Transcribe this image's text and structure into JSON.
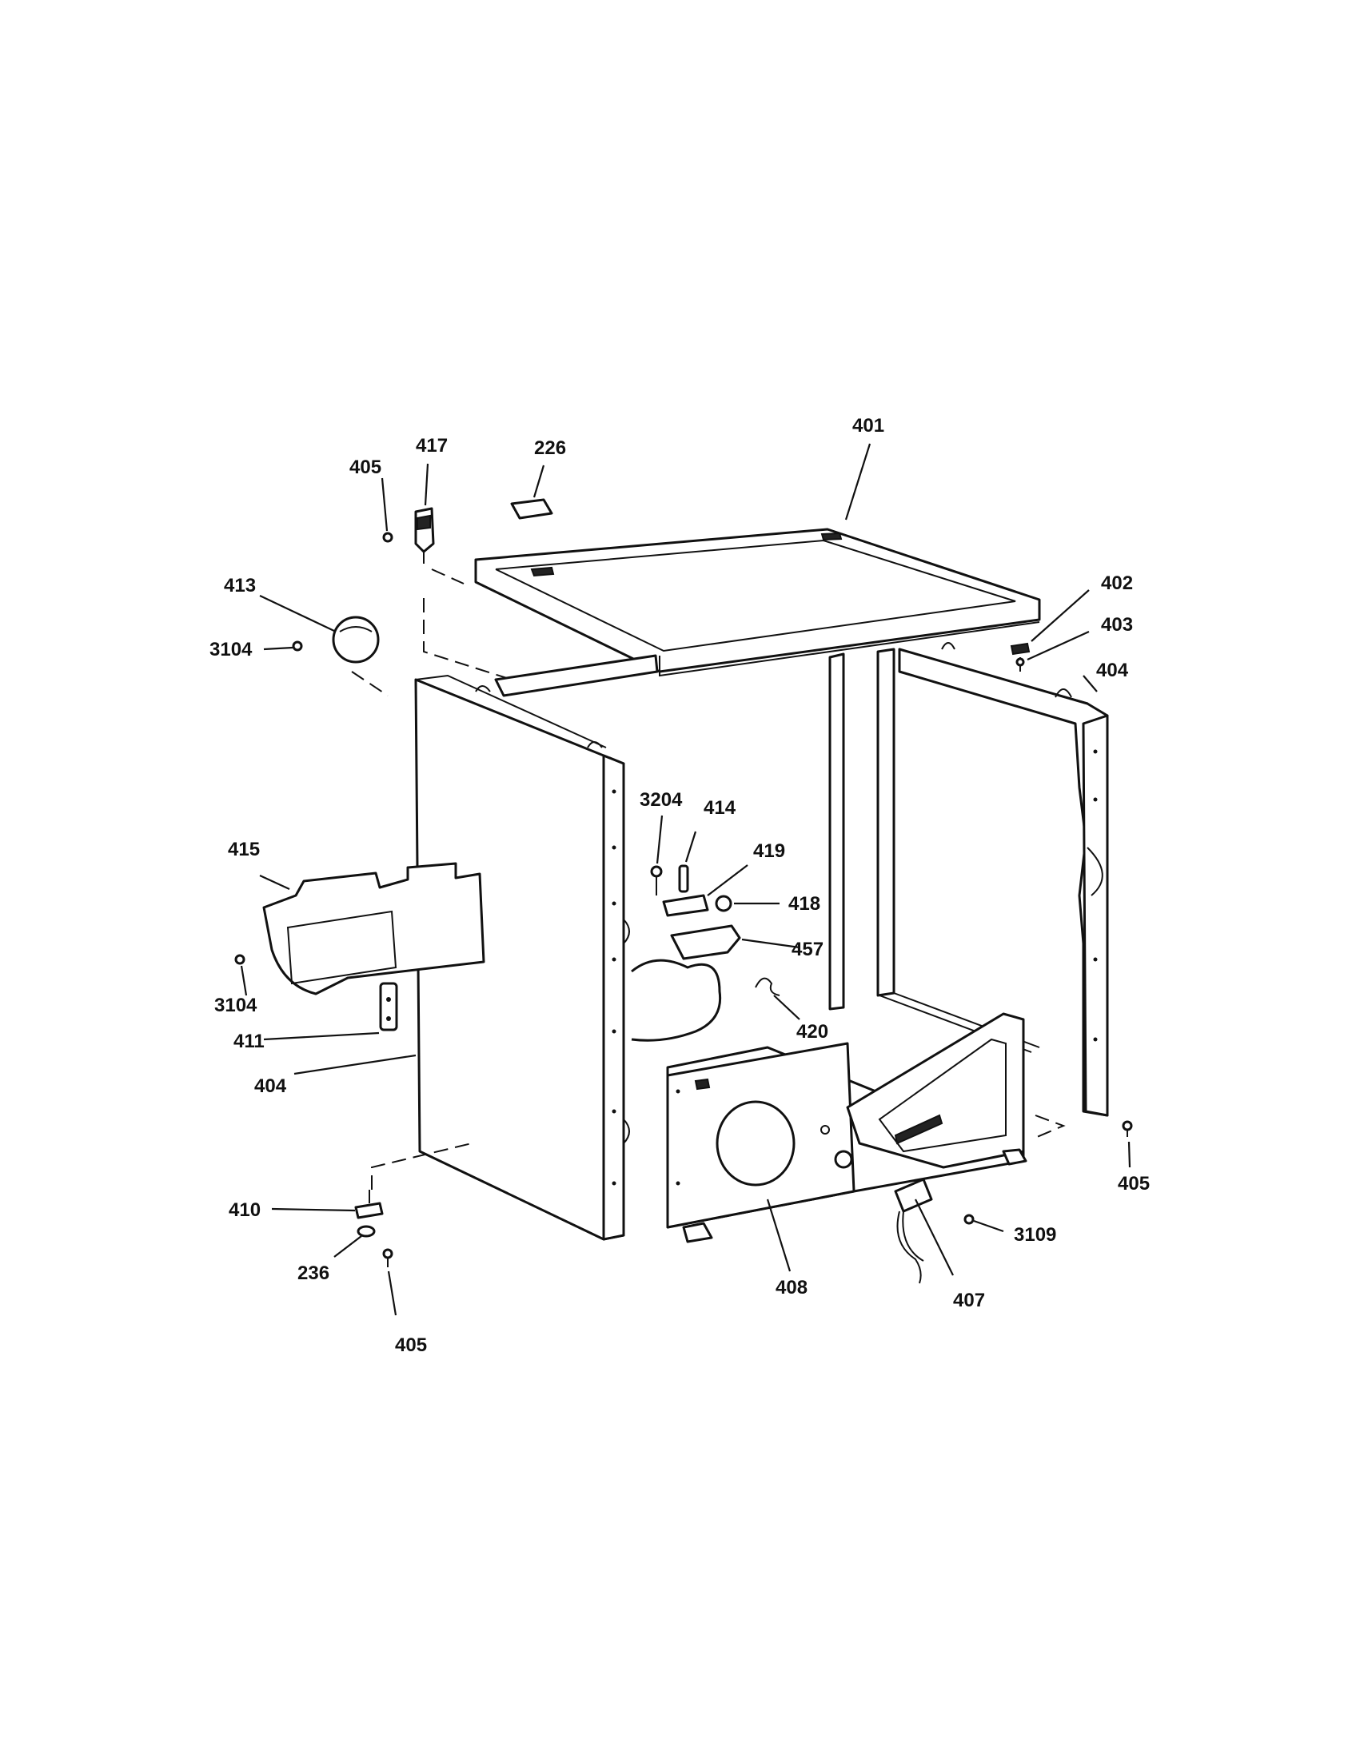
{
  "labels": {
    "l401": "401",
    "l402": "402",
    "l403": "403",
    "l404_right": "404",
    "l404_left": "404",
    "l405_top": "405",
    "l405_right": "405",
    "l405_bottom": "405",
    "l407": "407",
    "l408": "408",
    "l410": "410",
    "l411": "411",
    "l413": "413",
    "l414": "414",
    "l415": "415",
    "l417": "417",
    "l418": "418",
    "l419": "419",
    "l420": "420",
    "l457": "457",
    "l226": "226",
    "l236": "236",
    "l3104_top": "3104",
    "l3104_left": "3104",
    "l3109": "3109",
    "l3204": "3204"
  }
}
